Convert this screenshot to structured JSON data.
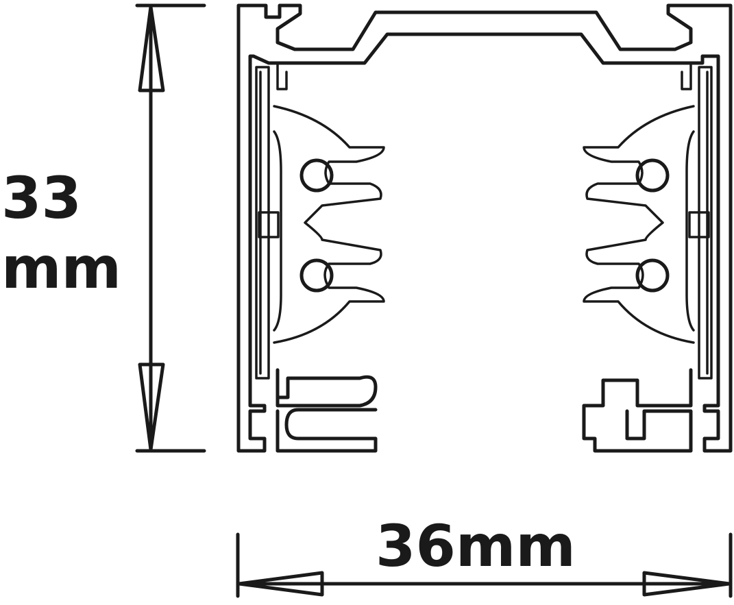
{
  "diagram": {
    "height_label_value": "33",
    "height_label_unit": "mm",
    "width_label": "36mm"
  }
}
